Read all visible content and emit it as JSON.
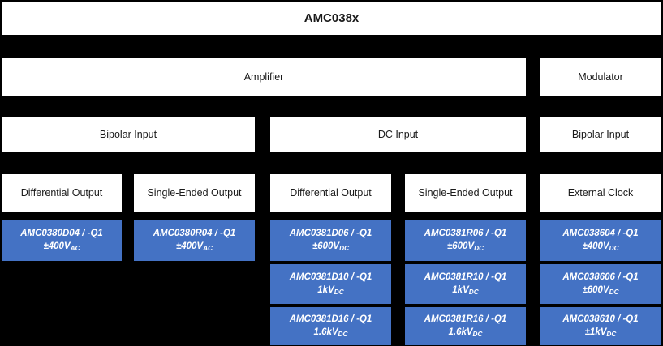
{
  "diagram": {
    "title": "AMC038x",
    "colors": {
      "part_fill": "#4472C4",
      "cell_fill": "#FFFFFF",
      "background": "#000000",
      "text": "#1A1A1A",
      "part_text": "#FFFFFF"
    },
    "rows": {
      "function": [
        {
          "label": "Amplifier"
        },
        {
          "label": "Modulator"
        }
      ],
      "input": [
        {
          "label": "Bipolar Input"
        },
        {
          "label": "DC Input"
        },
        {
          "label": "Bipolar Input"
        }
      ],
      "output": [
        {
          "label": "Differential Output"
        },
        {
          "label": "Single-Ended Output"
        },
        {
          "label": "Differential Output"
        },
        {
          "label": "Single-Ended Output"
        },
        {
          "label": "External Clock"
        }
      ]
    },
    "parts": {
      "col1": [
        {
          "part_number": "AMC0380D04 / -Q1",
          "rating": "±400V",
          "rating_sub": "AC"
        }
      ],
      "col2": [
        {
          "part_number": "AMC0380R04 / -Q1",
          "rating": "±400V",
          "rating_sub": "AC"
        }
      ],
      "col3": [
        {
          "part_number": "AMC0381D06 / -Q1",
          "rating": "±600V",
          "rating_sub": "DC"
        },
        {
          "part_number": "AMC0381D10 / -Q1",
          "rating": "1kV",
          "rating_sub": "DC"
        },
        {
          "part_number": "AMC0381D16 / -Q1",
          "rating": "1.6kV",
          "rating_sub": "DC"
        }
      ],
      "col4": [
        {
          "part_number": "AMC0381R06 / -Q1",
          "rating": "±600V",
          "rating_sub": "DC"
        },
        {
          "part_number": "AMC0381R10 / -Q1",
          "rating": "1kV",
          "rating_sub": "DC"
        },
        {
          "part_number": "AMC0381R16 / -Q1",
          "rating": "1.6kV",
          "rating_sub": "DC"
        }
      ],
      "col5": [
        {
          "part_number": "AMC038604 / -Q1",
          "rating": "±400V",
          "rating_sub": "DC"
        },
        {
          "part_number": "AMC038606 / -Q1",
          "rating": "±600V",
          "rating_sub": "DC"
        },
        {
          "part_number": "AMC038610 / -Q1",
          "rating": "±1kV",
          "rating_sub": "DC"
        }
      ]
    }
  }
}
